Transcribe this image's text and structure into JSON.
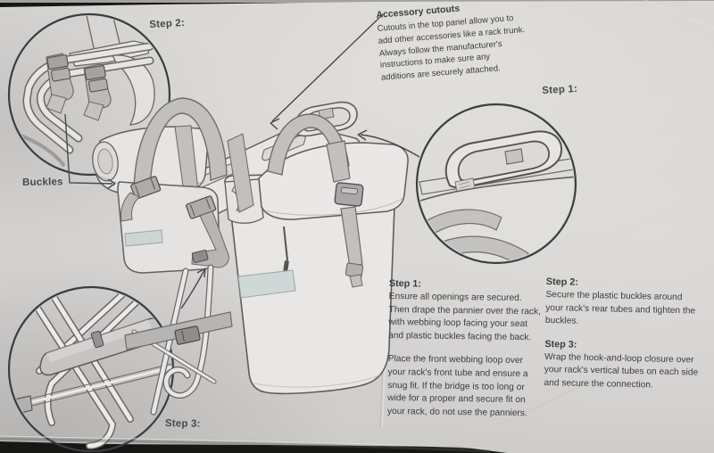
{
  "document": {
    "type": "pannier mounting instruction sheet (photographed)",
    "paper_color": "#d6d4d2",
    "ink_color": "#3d3c3e",
    "line_art_color": "#63615f",
    "strap_fill_color": "#c2c0be",
    "reflective_band_color": "#cfd8d6"
  },
  "callout_labels": {
    "step2_top": "Step 2:",
    "step1_right": "Step 1:",
    "step3_bottom": "Step 3:",
    "buckles": "Buckles"
  },
  "accessory_cutouts": {
    "title": "Accessory cutouts",
    "body_lines": [
      "Cutouts in the top panel allow you to",
      "add other accessories like a rack trunk.",
      "Always follow the manufacturer's",
      "instructions to make sure any",
      "additions are securely attached."
    ]
  },
  "steps": {
    "step1": {
      "heading": "Step 1:",
      "para1_lines": [
        "Ensure all openings are secured.",
        "Then drape the pannier over the rack,",
        "with webbing loop facing your seat",
        "and plastic buckles facing the back."
      ],
      "para2_lines": [
        "Place the front webbing loop over",
        "your rack's front tube and ensure a",
        "snug fit. If the bridge is too long or",
        "wide for a proper and secure fit on",
        "your rack, do not use the panniers."
      ]
    },
    "step2": {
      "heading": "Step 2:",
      "body_lines": [
        "Secure the plastic buckles around",
        "your rack's rear tubes and tighten the",
        "buckles."
      ]
    },
    "step3": {
      "heading": "Step 3:",
      "body_lines": [
        "Wrap the hook-and-loop closure over",
        "your rack's vertical tubes on each side",
        "and secure the connection."
      ]
    }
  },
  "illustration": {
    "main_scene": "two panniers mounted on a bicycle rear rack",
    "callouts": [
      "rear strap buckles close-up",
      "webbing loop over rack hoop close-up",
      "hook-and-loop closure on vertical tubes close-up"
    ]
  }
}
